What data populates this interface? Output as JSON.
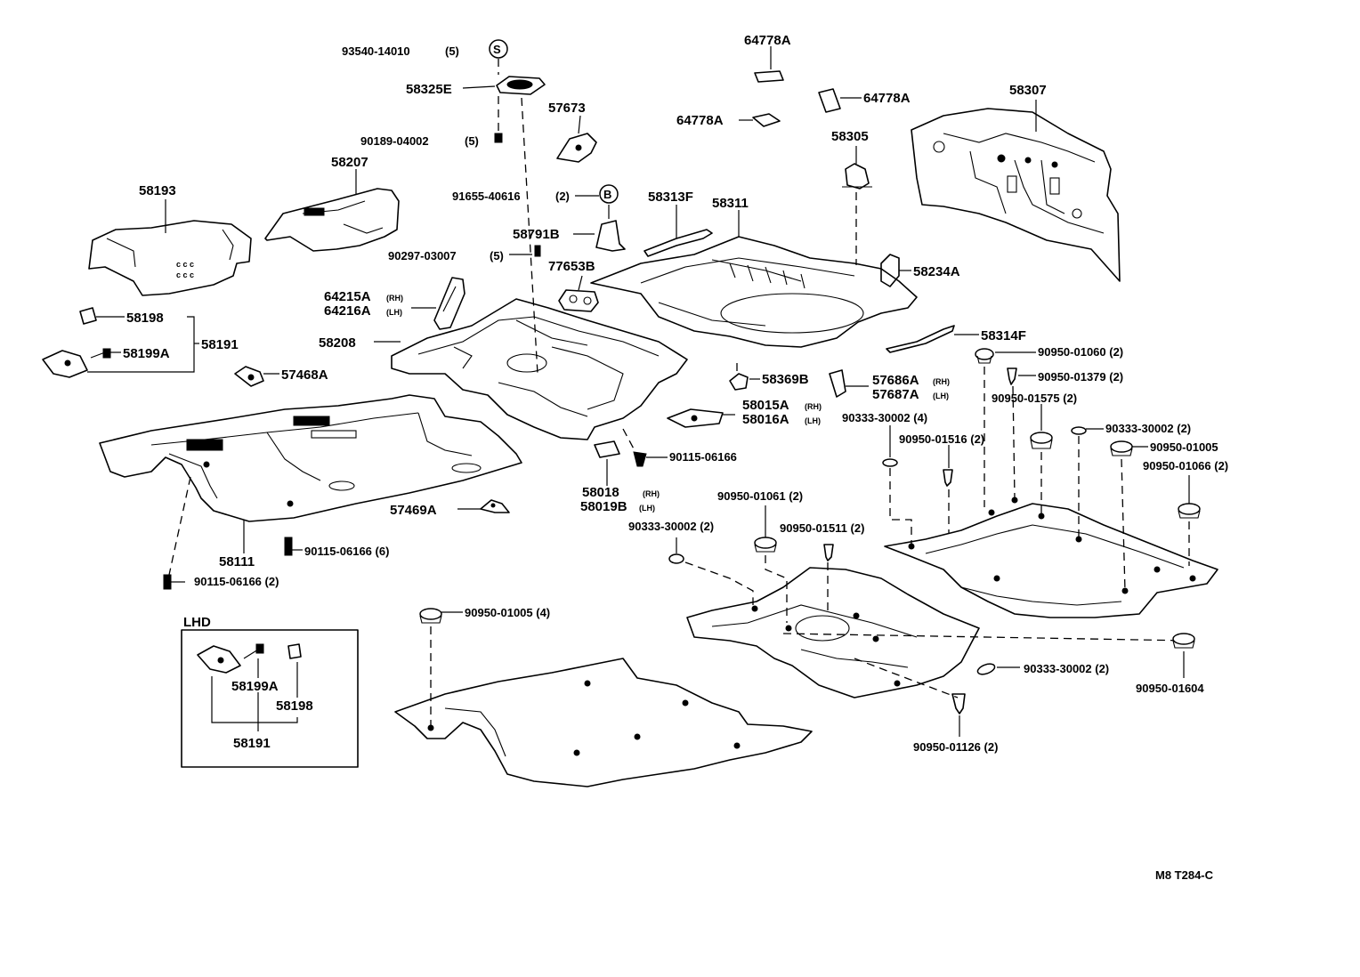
{
  "labels": {
    "l93540": "93540-14010",
    "l93540q": "(5)",
    "lS": "S",
    "l58325E": "58325E",
    "l90189": "90189-04002",
    "l90189q": "(5)",
    "l57673": "57673",
    "l64778A_1": "64778A",
    "l64778A_2": "64778A",
    "l64778A_3": "64778A",
    "l58307": "58307",
    "l58305": "58305",
    "l58193": "58193",
    "l58207": "58207",
    "l91655": "91655-40616",
    "l91655q": "(2)",
    "lB": "B",
    "l58313F": "58313F",
    "l58311": "58311",
    "l58791B": "58791B",
    "l90297": "90297-03007",
    "l90297q": "(5)",
    "l77653B": "77653B",
    "l58234A": "58234A",
    "l64215A": "64215A",
    "l64215A_s": "(RH)",
    "l64216A": "64216A",
    "l64216A_s": "(LH)",
    "l58198": "58198",
    "l58191": "58191",
    "l58199A": "58199A",
    "l58208": "58208",
    "l58314F": "58314F",
    "l90950_01060": "90950-01060 (2)",
    "l90950_01379": "90950-01379 (2)",
    "l57468A": "57468A",
    "l58369B": "58369B",
    "l57686A": "57686A",
    "l57686A_s": "(RH)",
    "l57687A": "57687A",
    "l57687A_s": "(LH)",
    "l90950_01575": "90950-01575 (2)",
    "l58015A": "58015A",
    "l58015A_s": "(RH)",
    "l58016A": "58016A",
    "l58016A_s": "(LH)",
    "l90333_4": "90333-30002 (4)",
    "l90333_2a": "90333-30002 (2)",
    "l90950_01516": "90950-01516 (2)",
    "l90950_01005a": "90950-01005",
    "l90115_06166a": "90115-06166",
    "l90950_01066": "90950-01066 (2)",
    "l58018": "58018",
    "l58018_s": "(RH)",
    "l58019B": "58019B",
    "l58019B_s": "(LH)",
    "l57469A": "57469A",
    "l90950_01061": "90950-01061 (2)",
    "l90333_2b": "90333-30002 (2)",
    "l90950_01511": "90950-01511 (2)",
    "l58111": "58111",
    "l90115_06166b": "90115-06166 (6)",
    "l90115_06166c": "90115-06166 (2)",
    "lLHD": "LHD",
    "l90950_01005b": "90950-01005 (4)",
    "lhd58199A": "58199A",
    "lhd58198": "58198",
    "lhd58191": "58191",
    "l90333_2c": "90333-30002 (2)",
    "l90950_01604": "90950-01604",
    "l90950_01126": "90950-01126 (2)",
    "lfig": "M8 T284-C"
  }
}
